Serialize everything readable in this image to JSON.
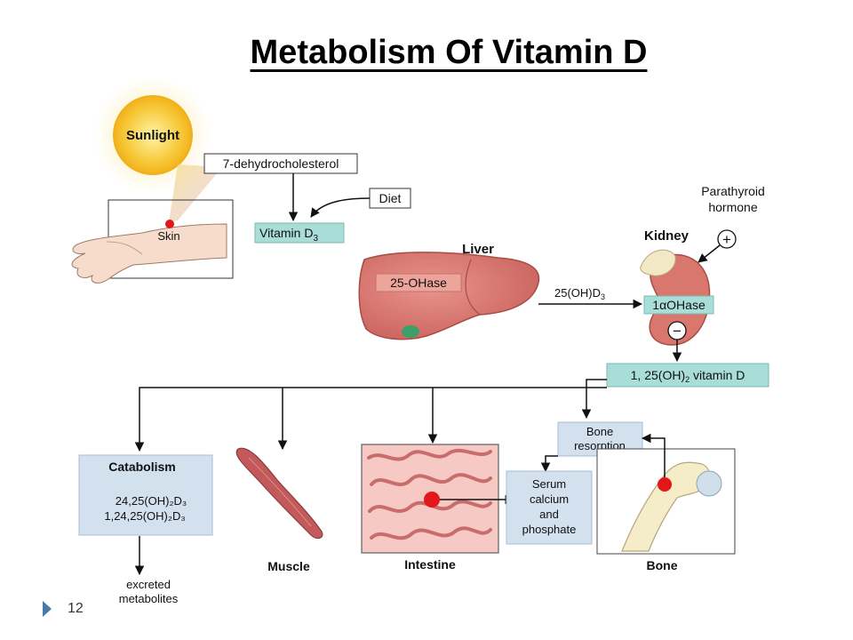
{
  "title": "Metabolism Of Vitamin D",
  "labels": {
    "sunlight": "Sunlight",
    "precursor": "7-dehydrocholesterol",
    "diet": "Diet",
    "skin": "Skin",
    "vitamin_d3": "Vitamin D",
    "vitamin_d3_sub": "3",
    "liver": "Liver",
    "liver_enzyme": "25-OHase",
    "liver_product": "25(OH)D",
    "liver_product_sub": "3",
    "pth_line1": "Parathyroid",
    "pth_line2": "hormone",
    "pth_sign": "+",
    "kidney": "Kidney",
    "kidney_enzyme_prefix": "1",
    "kidney_enzyme_alpha": "α",
    "kidney_enzyme_suffix": "OHase",
    "inhibit_sign": "−",
    "active_form_a": "1, 25(OH)",
    "active_form_sub": "2",
    "active_form_b": " vitamin D",
    "catabolism_title": "Catabolism",
    "catabolite_1": "24,25(OH)₂D₃",
    "catabolite_2": "1,24,25(OH)₂D₃",
    "excreted_line1": "excreted",
    "excreted_line2": "metabolites",
    "muscle": "Muscle",
    "intestine": "Intestine",
    "bone": "Bone",
    "bone_resorption_line1": "Bone",
    "bone_resorption_line2": "resorption",
    "serum_line1": "Serum",
    "serum_line2": "calcium",
    "serum_line3": "and",
    "serum_line4": "phosphate"
  },
  "page_number": "12",
  "colors": {
    "teal_box": "#a8ddd8",
    "blue_box": "#d3e0ee",
    "sun": "#f7c93a",
    "organ_pink": "#d9776f",
    "marker_red": "#e3161b",
    "slide_marker": "#4a78a8"
  }
}
